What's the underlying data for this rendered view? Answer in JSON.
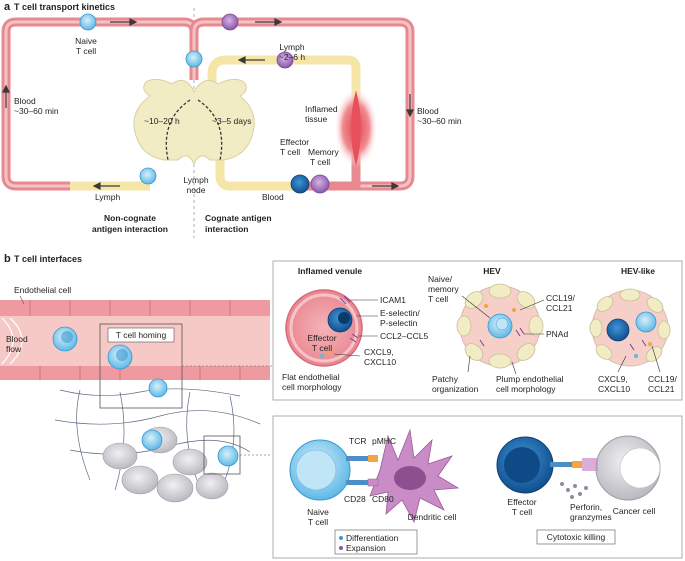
{
  "panel_a": {
    "letter": "a",
    "title": "T cell transport kinetics",
    "naive_line1": "Naive",
    "naive_line2": "T cell",
    "lymph_top_line1": "Lymph",
    "lymph_top_line2": "~2–6 h",
    "blood_left_line1": "Blood",
    "blood_left_line2": "~30–60 min",
    "blood_right_line1": "Blood",
    "blood_right_line2": "~30–60 min",
    "inflamed_line1": "Inflamed",
    "inflamed_line2": "tissue",
    "time_left": "~10–20 h",
    "time_right": "~3–5 days",
    "effector_line1": "Effector",
    "effector_line2": "T cell",
    "memory_line1": "Memory",
    "memory_line2": "T cell",
    "lymph_node_line1": "Lymph",
    "lymph_node_line2": "node",
    "lymph_bottom": "Lymph",
    "blood_bottom": "Blood",
    "noncognate_line1": "Non-cognate",
    "noncognate_line2": "antigen interaction",
    "cognate_line1": "Cognate antigen",
    "cognate_line2": "interaction"
  },
  "panel_b": {
    "letter": "b",
    "title": "T cell interfaces",
    "endothelial": "Endothelial cell",
    "blood_flow_line1": "Blood",
    "blood_flow_line2": "flow",
    "homing": "T cell homing",
    "inflamed_venule": {
      "title": "Inflamed venule",
      "icam": "ICAM1",
      "selectin_line1": "E-selectin/",
      "selectin_line2": "P-selectin",
      "ccl": "CCL2–CCL5",
      "effector_line1": "Effector",
      "effector_line2": "T cell",
      "cxcl_line1": "CXCL9,",
      "cxcl_line2": "CXCL10",
      "flat_line1": "Flat endothelial",
      "flat_line2": "cell morphology"
    },
    "hev": {
      "title": "HEV",
      "naive_line1": "Naive/",
      "naive_line2": "memory",
      "naive_line3": "T cell",
      "ccl_line1": "CCL19/",
      "ccl_line2": "CCL21",
      "pnad": "PNAd",
      "patchy_line1": "Patchy",
      "patchy_line2": "organization",
      "plump_line1": "Plump endothelial",
      "plump_line2": "cell morphology"
    },
    "hev_like": {
      "title": "HEV-like",
      "cxcl_line1": "CXCL9,",
      "cxcl_line2": "CXCL10",
      "ccl_line1": "CCL19/",
      "ccl_line2": "CCL21"
    },
    "interaction": {
      "tcr": "TCR",
      "pmhc": "pMHC",
      "cd28": "CD28",
      "cd80": "CD80",
      "naive_line1": "Naive",
      "naive_line2": "T cell",
      "dendritic": "Dendritic cell",
      "outcome1": "Differentiation",
      "outcome2": "Expansion",
      "effector_line1": "Effector",
      "effector_line2": "T cell",
      "perforin_line1": "Perforin,",
      "perforin_line2": "granzymes",
      "cancer": "Cancer cell",
      "cytotoxic": "Cytotoxic killing"
    }
  },
  "colors": {
    "blood": "#e8888f",
    "blood_inner": "#f6d5d3",
    "lymph": "#f5e6a8",
    "node": "#f1ecc4",
    "naive_cell": "#8fd0ef",
    "effector_cell": "#1f6fb5",
    "memory_cell": "#a377b8",
    "dendritic": "#c98cc7",
    "cancer": "#d9d9dd"
  }
}
